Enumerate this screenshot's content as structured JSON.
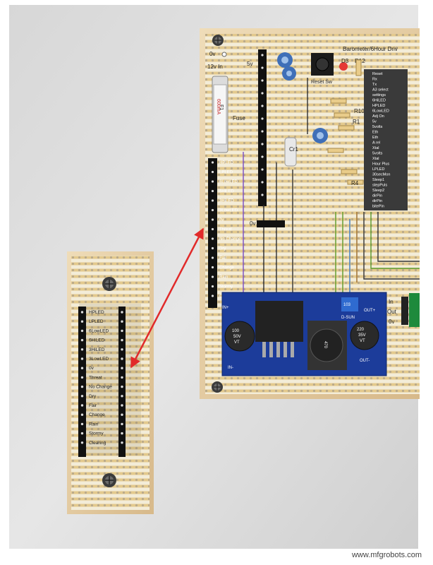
{
  "main_board": {
    "title": "Barometer/6Hour Driv",
    "power": {
      "zero_v": "0v",
      "twelve_v": "12v In",
      "five_v": "5v"
    },
    "fuse": {
      "label": "Fuse",
      "rating_top": "F1",
      "rating_bottom": "600mA"
    },
    "parts": {
      "d3": "D3",
      "r12": "R12",
      "reset": "Reset Sw",
      "cr1": "Cr1",
      "r4": "R4",
      "r10": "R10",
      "r1": "R1",
      "zero_v_short": "0v"
    },
    "header_labels": [
      "HPLED",
      "LPLED",
      "6LowLED",
      "6HiLED",
      "3HiLED",
      "3LowLED",
      "0v",
      "Threat",
      "No Change",
      "Dry",
      "Fair",
      "Change",
      "Rain",
      "Stormy",
      "Clear"
    ],
    "chip_labels": [
      "Reset",
      "Rx",
      "Tx",
      "A3 select",
      "settings",
      "6HiLED",
      "HPLED",
      "6LowLED",
      "Adj On",
      "5v",
      "5volts",
      "Eth",
      "Eth",
      "A rel",
      "Xtal",
      "5volts",
      "Xtal",
      "Hour Plus",
      "LPLED",
      "30secMon",
      "Sleep1",
      "stepPuls",
      "Sleep2",
      "dirPin",
      "dirPin",
      "bitePin"
    ],
    "regulator": {
      "brand": "D-SUN",
      "in_plus": "IN+",
      "in_minus": "IN-",
      "out_plus": "OUT+",
      "out_minus": "OUT-",
      "cap_left": "100\n50V\nVT",
      "cap_right": "220\n35V\nVT",
      "inductor": "470",
      "trim": "103"
    },
    "terminals": [
      "In",
      "Out",
      "0v"
    ]
  },
  "detail_board": {
    "labels": [
      "HPLED",
      "LPLED",
      "6LowLED",
      "6HiLED",
      "3HiLED",
      "3LowLED",
      "0v",
      "Threat",
      "No Change",
      "Dry",
      "Fair",
      "Change",
      "Rain",
      "Stormy",
      "Clearing"
    ]
  },
  "watermark": "www.mfgrobots.com",
  "colors": {
    "background": "#e2e2e2",
    "board": "#f1ead7",
    "wood": "#e8d3ae",
    "arrow": "#e12a2a",
    "stripe": "#d4a84f",
    "header": "#111111"
  }
}
